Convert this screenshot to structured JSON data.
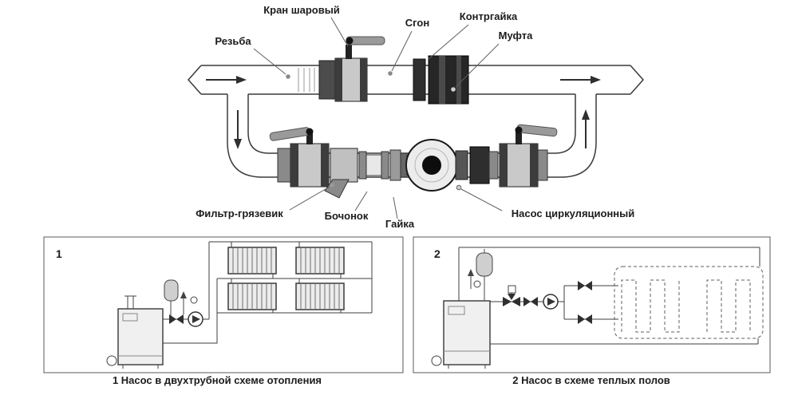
{
  "diagram": {
    "labels": {
      "kran_sharovy": "Кран шаровый",
      "sgon": "Сгон",
      "kontrgayka": "Контргайка",
      "mufta": "Муфта",
      "rezba": "Резьба",
      "filtr": "Фильтр-грязевик",
      "bochonok": "Бочонок",
      "gayka": "Гайка",
      "nasos": "Насос циркуляционный"
    },
    "panels": [
      {
        "number": "1",
        "caption": "1 Насос в двухтрубной схеме отопления"
      },
      {
        "number": "2",
        "caption": "2 Насос в схеме теплых полов"
      }
    ],
    "colors": {
      "line": "#3a3a3a",
      "dark_fitting": "#2e2e2e",
      "gray_fitting": "#8a8a8a",
      "valve_body": "#c9c9c9",
      "label_text": "#1c1c1c",
      "panel_border": "#5a5a5a"
    }
  }
}
